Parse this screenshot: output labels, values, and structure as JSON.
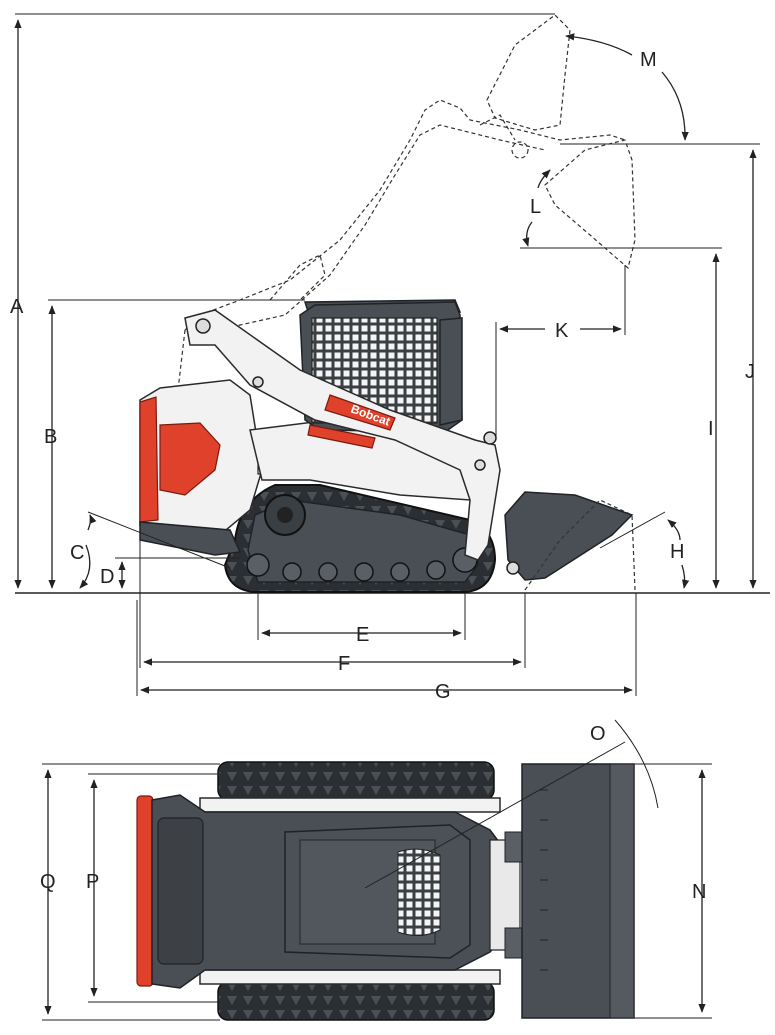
{
  "colors": {
    "body_dark": "#4a4f55",
    "body_light": "#f2f2f2",
    "track": "#2b2f33",
    "accent_red": "#e0412a",
    "line": "#222222"
  },
  "brand": {
    "logo_text": "Bobcat"
  },
  "dimension_labels": {
    "A": "A",
    "B": "B",
    "C": "C",
    "D": "D",
    "E": "E",
    "F": "F",
    "G": "G",
    "H": "H",
    "I": "I",
    "J": "J",
    "K": "K",
    "L": "L",
    "M": "M",
    "N": "N",
    "O": "O",
    "P": "P",
    "Q": "Q"
  }
}
